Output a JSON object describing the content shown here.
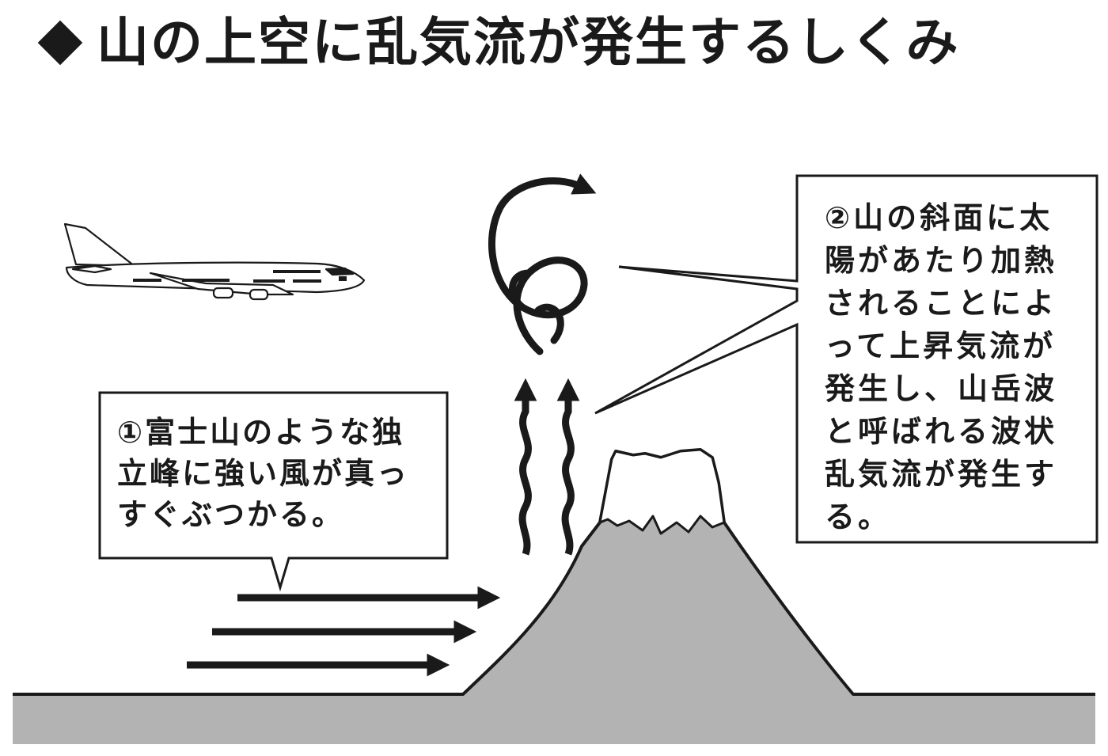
{
  "title": "山の上空に乱気流が発生するしくみ",
  "callouts": {
    "wind": "①富士山のような独立峰に強い風が真っすぐぶつかる。",
    "heating": "②山の斜面に太陽があたり加熱されることによって上昇気流が発生し、山岳波と呼ばれる波状乱気流が発生する。"
  },
  "colors": {
    "ink": "#1a1a1a",
    "mountain": "#b3b3b3",
    "background": "#ffffff"
  },
  "icons": [
    "airplane-icon",
    "turbulence-swirl-icon",
    "wind-arrow-icon",
    "updraft-arrow-icon"
  ]
}
